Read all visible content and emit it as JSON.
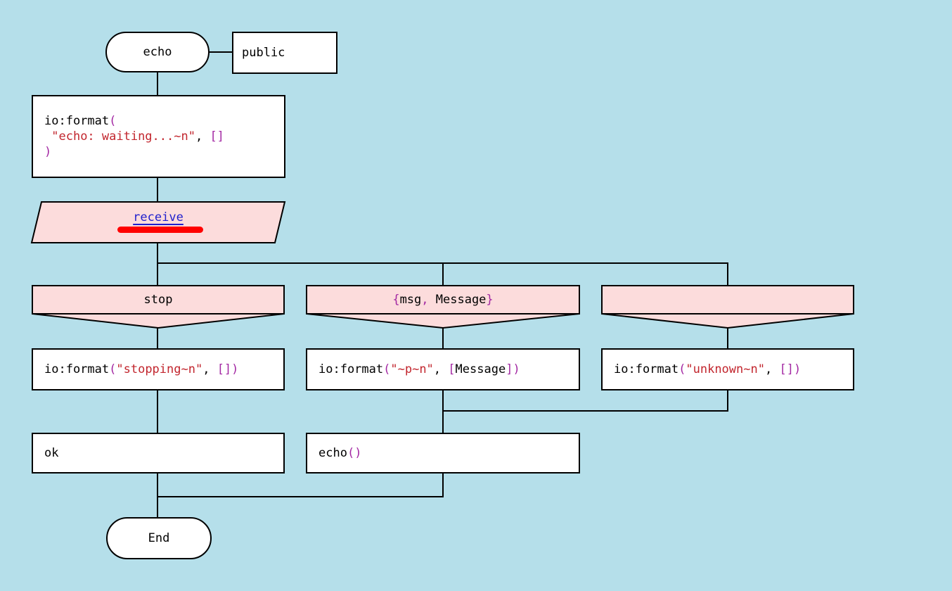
{
  "colors": {
    "background": "#b5dfea",
    "node_fill": "#ffffff",
    "pink_fill": "#fcdcdc",
    "line": "#000000",
    "code": "#000000",
    "string": "#c2262e",
    "punct": "#a328a3",
    "receive_blue": "#1f1fcd",
    "error_bar": "#ff0000"
  },
  "start_node": {
    "label": "echo"
  },
  "visibility_node": {
    "label": "public"
  },
  "init_node": {
    "lines": [
      [
        [
          "io:format",
          "code"
        ],
        [
          "(",
          "punct"
        ]
      ],
      [
        [
          " ",
          "code"
        ],
        [
          "\"echo: waiting...~n\"",
          "string"
        ],
        [
          ", ",
          "code"
        ],
        [
          "[]",
          "punct"
        ]
      ],
      [
        [
          ")",
          "punct"
        ]
      ]
    ]
  },
  "receive_node": {
    "label": "receive"
  },
  "branches": [
    {
      "header": [
        [
          "stop",
          "code"
        ]
      ],
      "action": [
        [
          "io:format",
          "code"
        ],
        [
          "(",
          "punct"
        ],
        [
          "\"stopping~n\"",
          "string"
        ],
        [
          ", ",
          "code"
        ],
        [
          "[]",
          "punct"
        ],
        [
          ")",
          "punct"
        ]
      ],
      "result": [
        [
          "ok",
          "code"
        ]
      ]
    },
    {
      "header": [
        [
          "{",
          "punct"
        ],
        [
          "msg",
          "code"
        ],
        [
          ",",
          "punct"
        ],
        [
          " Message",
          "code"
        ],
        [
          "}",
          "punct"
        ]
      ],
      "action": [
        [
          "io:format",
          "code"
        ],
        [
          "(",
          "punct"
        ],
        [
          "\"~p~n\"",
          "string"
        ],
        [
          ", ",
          "code"
        ],
        [
          "[",
          "punct"
        ],
        [
          "Message",
          "code"
        ],
        [
          "]",
          "punct"
        ],
        [
          ")",
          "punct"
        ]
      ],
      "result": [
        [
          "echo",
          "code"
        ],
        [
          "()",
          "punct"
        ]
      ]
    },
    {
      "header": [],
      "action": [
        [
          "io:format",
          "code"
        ],
        [
          "(",
          "punct"
        ],
        [
          "\"unknown~n\"",
          "string"
        ],
        [
          ", ",
          "code"
        ],
        [
          "[]",
          "punct"
        ],
        [
          ")",
          "punct"
        ]
      ]
    }
  ],
  "end_node": {
    "label": "End"
  }
}
